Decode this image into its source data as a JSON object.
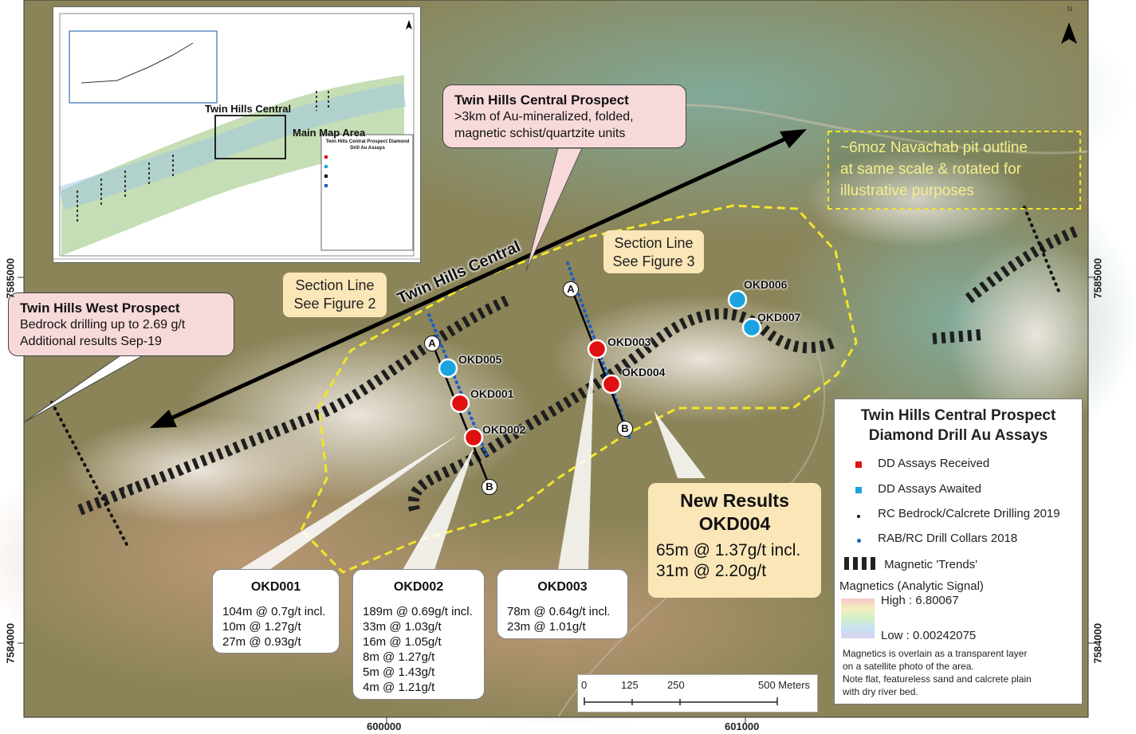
{
  "inset": {
    "title": "Twin Hills Central",
    "main_map_label": "Main Map Area",
    "legend_title": "Twin Hills Central Prospect Diamond Drill Au Assays"
  },
  "callouts": {
    "twin_hills_central": {
      "title": "Twin Hills Central Prospect",
      "lines": [
        ">3km of Au-mineralized, folded,",
        "magnetic schist/quartzite units"
      ]
    },
    "twin_hills_west": {
      "title": "Twin Hills West Prospect",
      "lines": [
        "Bedrock drilling up to 2.69 g/t",
        "Additional results Sep-19"
      ]
    },
    "navachab": {
      "lines": [
        "~6moz Navachab pit outline",
        "at same scale & rotated for",
        "illustrative purposes"
      ]
    },
    "section_line_2": {
      "lines": [
        "Section Line",
        "See Figure 2"
      ]
    },
    "section_line_3": {
      "lines": [
        "Section Line",
        "See Figure 3"
      ]
    },
    "new_results": {
      "title_lines": [
        "New Results",
        "OKD004"
      ],
      "lines": [
        "65m @ 1.37g/t incl.",
        "31m @ 2.20g/t"
      ]
    },
    "okd001": {
      "title": "OKD001",
      "lines": [
        "104m @ 0.7g/t incl.",
        "10m @ 1.27g/t",
        "27m @ 0.93g/t"
      ]
    },
    "okd002": {
      "title": "OKD002",
      "lines": [
        "189m @ 0.69g/t incl.",
        "33m @ 1.03g/t",
        "16m @ 1.05g/t",
        "8m @ 1.27g/t",
        "5m @ 1.43g/t",
        "4m @ 1.21g/t"
      ]
    },
    "okd003": {
      "title": "OKD003",
      "lines": [
        "78m @ 0.64g/t incl.",
        "23m @ 1.01g/t"
      ]
    }
  },
  "map_label": "Twin Hills Central",
  "drill_holes": [
    {
      "id": "OKD001",
      "status": "received"
    },
    {
      "id": "OKD002",
      "status": "received"
    },
    {
      "id": "OKD003",
      "status": "received"
    },
    {
      "id": "OKD004",
      "status": "received"
    },
    {
      "id": "OKD005",
      "status": "awaited"
    },
    {
      "id": "OKD006",
      "status": "awaited"
    },
    {
      "id": "OKD007",
      "status": "awaited"
    }
  ],
  "section_markers": {
    "a": "A",
    "b": "B"
  },
  "legend": {
    "title_lines": [
      "Twin Hills Central Prospect",
      "Diamond Drill Au Assays"
    ],
    "items": [
      {
        "label": "DD Assays Received",
        "color": "#e01010"
      },
      {
        "label": "DD Assays Awaited",
        "color": "#1aa3e0"
      },
      {
        "label": "RC Bedrock/Calcrete Drilling 2019",
        "color": "#111111"
      },
      {
        "label": "RAB/RC Drill Collars 2018",
        "color": "#1c5fc0"
      },
      {
        "label": "Magnetic 'Trends'",
        "color": "#222222"
      }
    ],
    "magnetics_title": "Magnetics (Analytic Signal)",
    "high": "High : 6.80067",
    "low": "Low : 0.00242075",
    "note_lines": [
      "Magnetics is overlain as a transparent layer",
      "on a satellite photo of the area.",
      "Note flat, featureless sand and calcrete plain",
      "with dry river bed."
    ]
  },
  "scale_bar": {
    "ticks": [
      "0",
      "125",
      "250",
      "500 Meters"
    ]
  },
  "coords": {
    "easting": [
      "600000",
      "601000"
    ],
    "northing": [
      "7585000",
      "7584000"
    ]
  },
  "north_label": "N",
  "colors": {
    "received": "#e01010",
    "awaited": "#1aa3e0",
    "boundary": "#f2e52a",
    "callout_pink": "#f7d9d9",
    "callout_tan": "#fbe6b8"
  }
}
